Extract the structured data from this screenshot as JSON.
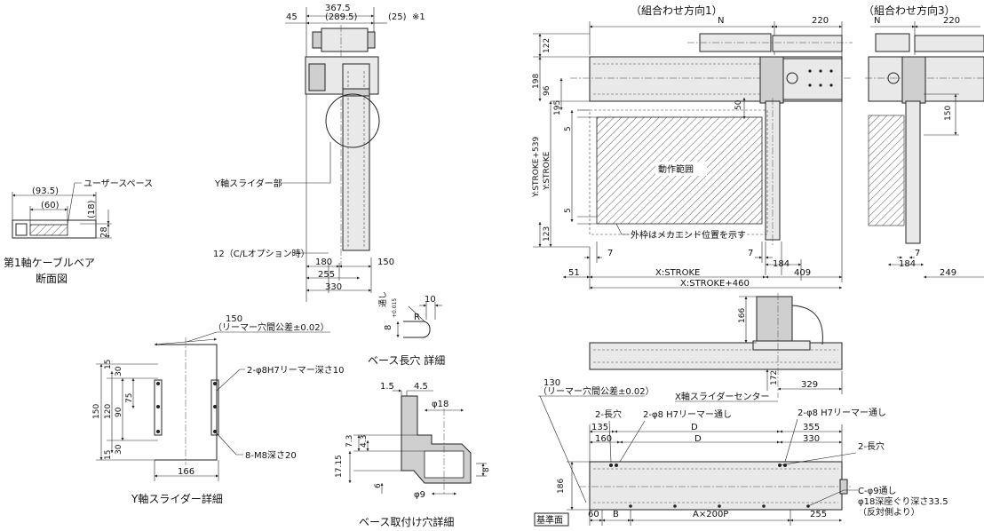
{
  "top_view": {
    "dims_top": [
      "367.5",
      "(289.5)",
      "45",
      "(25)",
      "※1"
    ],
    "y_slider_part": "Y軸スライダー部",
    "option_note": "12（C/Lオプション時）",
    "dims_bottom": [
      "180",
      "150",
      "255",
      "330"
    ]
  },
  "cable_section": {
    "user_space": "ユーザースペース",
    "dims": [
      "(93.5)",
      "(60)",
      "(18)",
      "28"
    ],
    "title_line1": "第1軸ケーブルベア",
    "title_line2": "断面図"
  },
  "slot_detail": {
    "dims": [
      "10",
      "R",
      "8"
    ],
    "tolerance_label": "+0.015",
    "through_label": "通し",
    "title": "ベース長穴 詳細"
  },
  "y_slider_detail": {
    "pitch": "150",
    "pitch_note": "（リーマー穴間公差±0.02）",
    "left_dims": [
      "15",
      "30",
      "150",
      "120",
      "90",
      "75",
      "30",
      "15"
    ],
    "callout_pin": "2-φ8H7リーマー深さ10",
    "callout_tap": "8-M8深さ20",
    "width": "166",
    "title": "Y軸スライダー詳細"
  },
  "mount_detail": {
    "dims": [
      "1.5",
      "4.5",
      "φ18",
      "7.3",
      "4.3",
      "17.15",
      "6",
      "φ9",
      "8"
    ],
    "title": "ベース取付け穴詳細"
  },
  "combo1": {
    "title": "（組合わせ方向1）",
    "dims_top": [
      "N",
      "220"
    ],
    "left_dims": [
      "122",
      "198",
      "96",
      "195",
      "50",
      "5",
      "Y:STROKE+539",
      "Y:STROKE",
      "5",
      "123"
    ],
    "area_label": "動作範囲",
    "outer_frame_note": "外枠はメカエンド位置を示す",
    "dims_bottom": [
      "7",
      "7",
      "184",
      "51",
      "X:STROKE",
      "409",
      "X:STROKE+460"
    ]
  },
  "combo3": {
    "title": "（組合わせ方向3）",
    "dims_top": [
      "N",
      "220"
    ],
    "side_dim": "150",
    "dims_bottom": [
      "7",
      "184",
      "249"
    ]
  },
  "x_side": {
    "dims": [
      "166",
      "172",
      "329"
    ],
    "center_label": "X軸スライダーセンター"
  },
  "base_plan": {
    "pitch": "130",
    "pitch_note": "（リーマー穴間公差±0.02）",
    "callouts": [
      "2-長穴",
      "2-φ8 H7リーマー通し",
      "2-φ8 H7リーマー通し",
      "2-長穴"
    ],
    "dims_top": [
      "135",
      "D",
      "355",
      "160",
      "D",
      "330"
    ],
    "height": "186",
    "hole_note_1": "C-φ9通し",
    "hole_note_2": "φ18深座ぐり深さ33.5",
    "hole_note_3": "（反対側より）",
    "datum": "基準面",
    "dims_bottom": [
      "60",
      "B",
      "A×200P",
      "255"
    ]
  }
}
